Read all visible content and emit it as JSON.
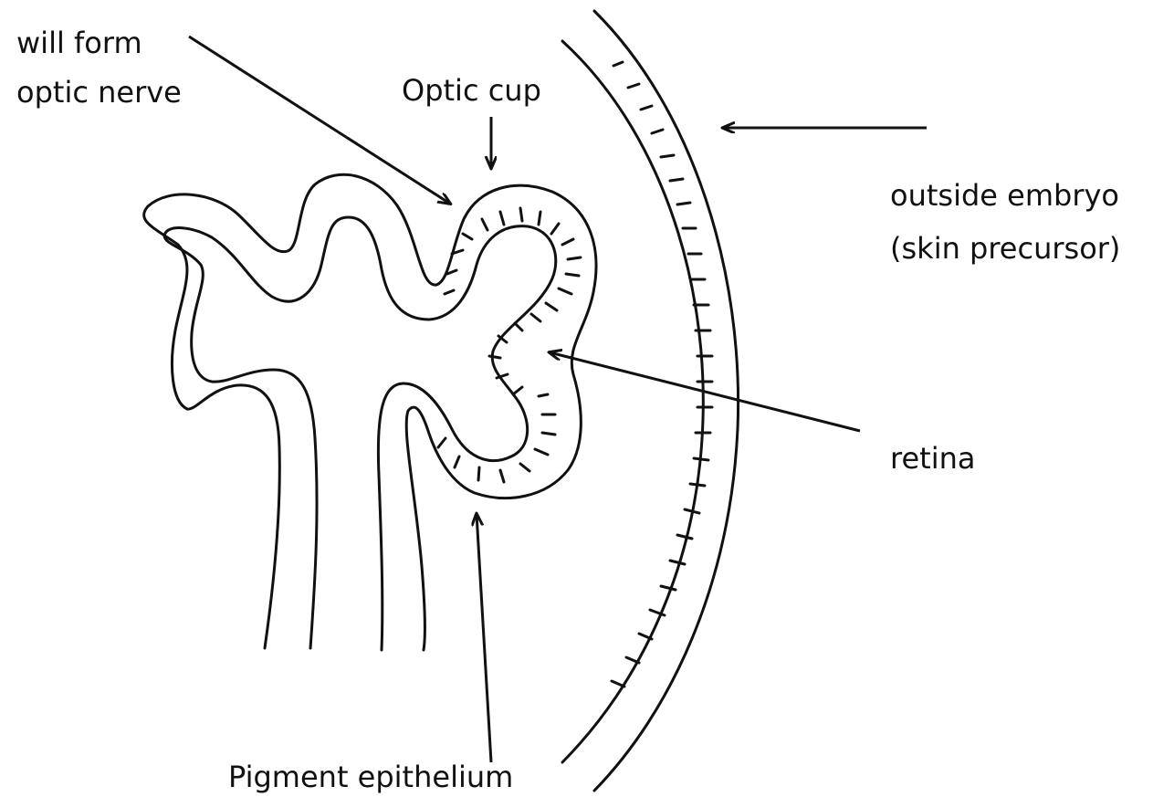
{
  "labels": {
    "optic_nerve_line1": "will form",
    "optic_nerve_line2": "optic nerve",
    "optic_cup": "Optic cup",
    "outside_line1": "outside embryo",
    "outside_line2": "(skin precursor)",
    "retina": "retina",
    "pigment": "Pigment epithelium"
  },
  "colors": {
    "ink": "#111111",
    "background": "#ffffff"
  }
}
